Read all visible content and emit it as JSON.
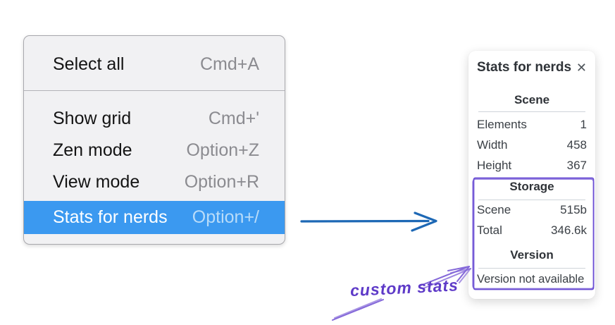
{
  "menu": {
    "items": [
      {
        "label": "Select all",
        "shortcut": "Cmd+A",
        "highlighted": false
      },
      {
        "label": "Show grid",
        "shortcut": "Cmd+'",
        "highlighted": false
      },
      {
        "label": "Zen mode",
        "shortcut": "Option+Z",
        "highlighted": false
      },
      {
        "label": "View mode",
        "shortcut": "Option+R",
        "highlighted": false
      },
      {
        "label": "Stats for nerds",
        "shortcut": "Option+/",
        "highlighted": true
      }
    ]
  },
  "panel": {
    "title": "Stats for nerds",
    "close_icon": "✕",
    "sections": [
      {
        "title": "Scene",
        "rows": [
          {
            "label": "Elements",
            "value": "1"
          },
          {
            "label": "Width",
            "value": "458"
          },
          {
            "label": "Height",
            "value": "367"
          }
        ]
      },
      {
        "title": "Storage",
        "rows": [
          {
            "label": "Scene",
            "value": "515b"
          },
          {
            "label": "Total",
            "value": "346.6k"
          }
        ]
      },
      {
        "title": "Version",
        "note": "Version not available"
      }
    ]
  },
  "annotation": {
    "label": "custom stats"
  },
  "colors": {
    "menu_highlight": "#3b99f0",
    "menu_highlight_shortcut": "#b9dcf9",
    "arrow_blue": "#1d68b5",
    "annotation_violet_box": "#6b4fd4",
    "annotation_violet_arrow": "#8468d9",
    "annotation_text": "#5e3ac8"
  }
}
